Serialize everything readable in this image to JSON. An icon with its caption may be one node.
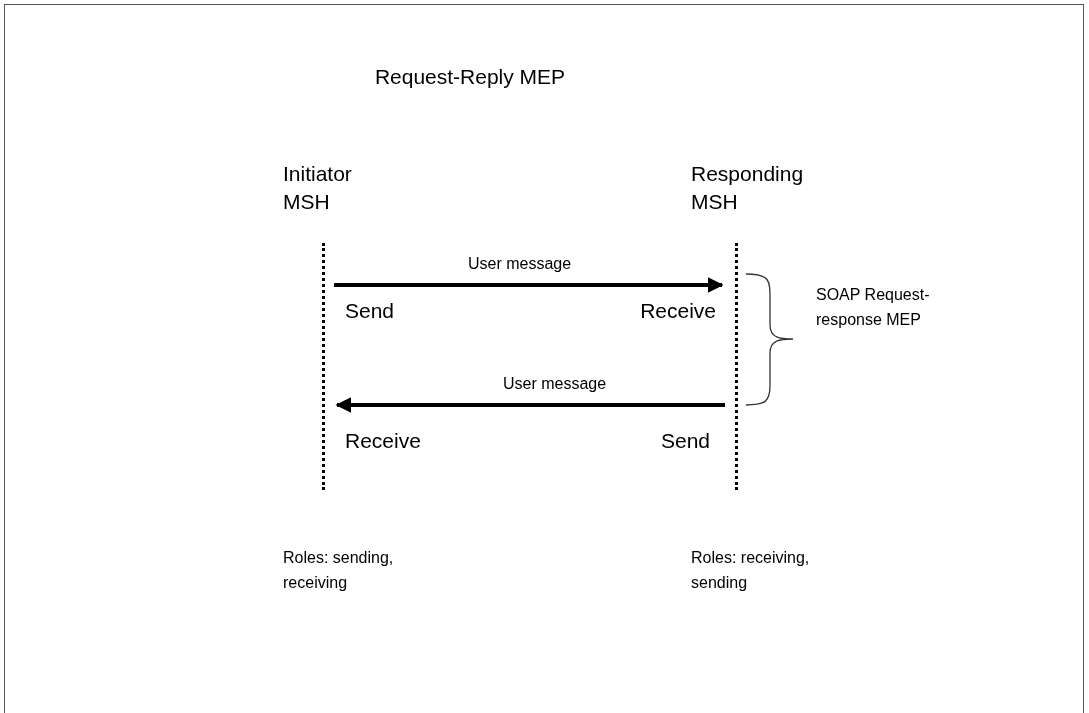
{
  "diagram": {
    "title": "Request-Reply MEP",
    "nodes": [
      {
        "text": [
          "Initiator MSH"
        ]
      },
      {
        "text": [
          "Responding MSH"
        ]
      }
    ],
    "edges": [
      {
        "from": 0,
        "to": 1,
        "arrow": "to",
        "label": "User message"
      },
      {
        "from": 1,
        "to": 0,
        "arrow": "to",
        "label": "User message"
      }
    ],
    "labels": [
      "Send",
      "Receive",
      "Receive",
      "Send",
      "SOAP Request-response MEP",
      "Roles: sending, receiving",
      "Roles: receiving, sending"
    ]
  }
}
